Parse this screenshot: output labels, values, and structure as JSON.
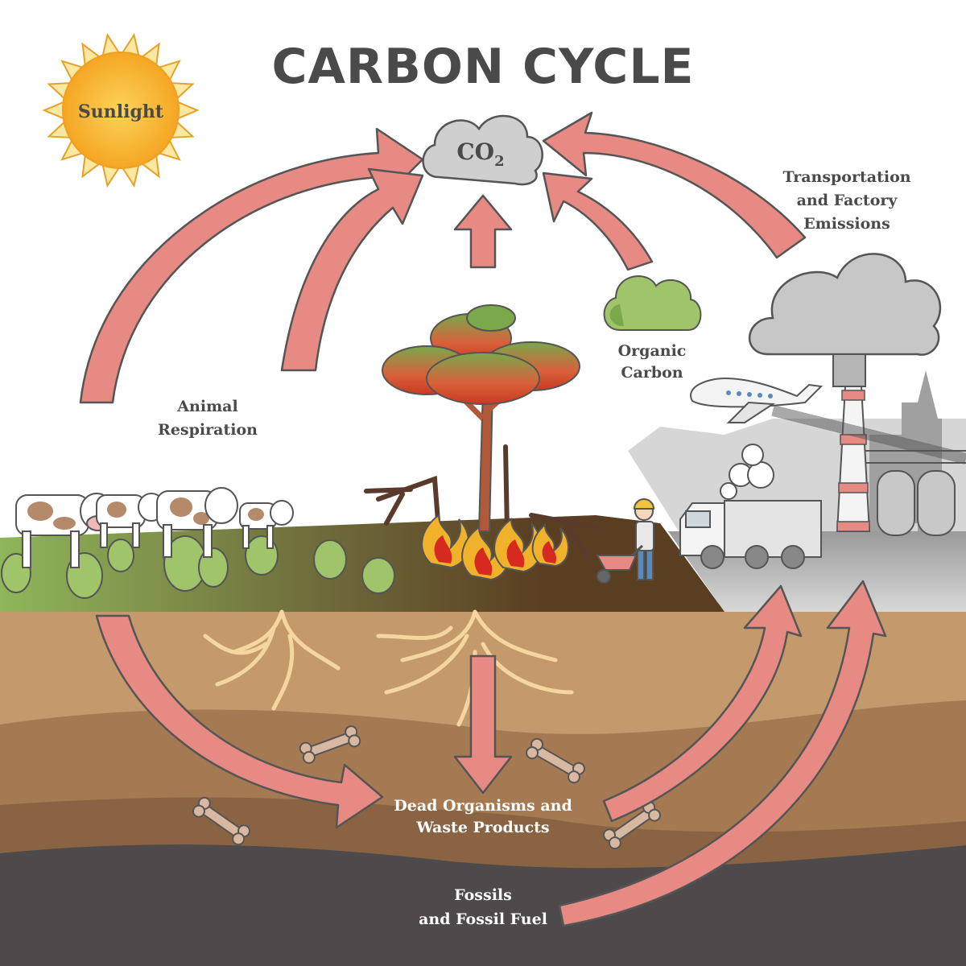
{
  "title": "CARBON CYCLE",
  "labels": {
    "sunlight": "Sunlight",
    "co2_main": "CO",
    "co2_sub": "2",
    "transport_line1": "Transportation",
    "transport_line2": "and Factory",
    "transport_line3": "Emissions",
    "organic_line1": "Organic",
    "organic_line2": "Carbon",
    "animal_line1": "Animal",
    "animal_line2": "Respiration",
    "dead_line1": "Dead Organisms and",
    "dead_line2": "Waste Products",
    "fossil_line1": "Fossils",
    "fossil_line2": "and Fossil Fuel"
  },
  "colors": {
    "arrow": "#e88a84",
    "sun": "#f7b532",
    "grass": "#8fb65a",
    "soil_top": "#c49a6c",
    "soil_mid": "#a57a52",
    "fossil": "#4e4a4b",
    "smoke": "#c7c7c7",
    "leaf_green": "#9fc46a",
    "flame": "#e8401c"
  },
  "icons": [
    "sun-icon",
    "co2-cloud-icon",
    "organic-cloud-icon",
    "smoke-cloud-icon",
    "tree-icon",
    "fire-icon",
    "cow-icon",
    "airplane-icon",
    "truck-icon",
    "factory-icon",
    "worker-icon",
    "bone-icon"
  ]
}
